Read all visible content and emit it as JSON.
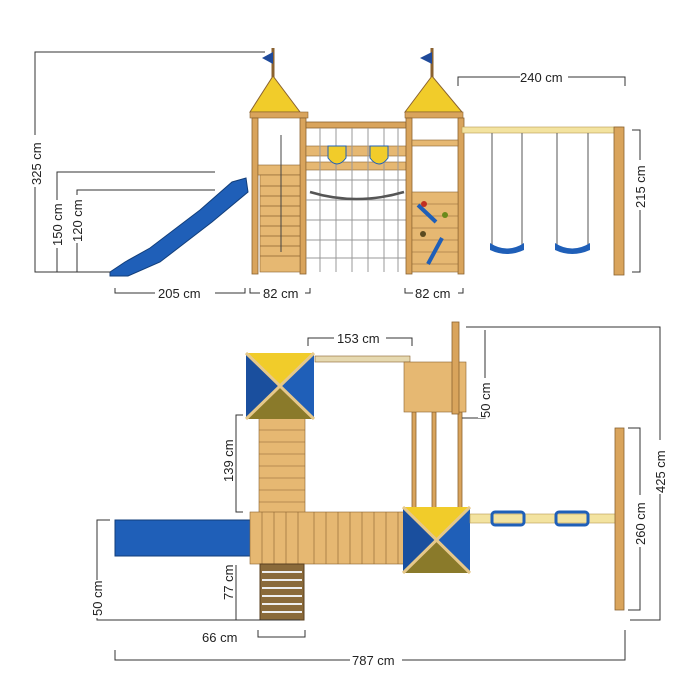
{
  "front_view": {
    "dimensions": {
      "total_height": "325 cm",
      "platform_height_high": "150 cm",
      "platform_height_low": "120 cm",
      "slide_length": "205 cm",
      "left_tower_width": "82 cm",
      "right_tower_width": "82 cm",
      "swing_beam_length": "240 cm",
      "swing_height": "215 cm"
    }
  },
  "top_view": {
    "dimensions": {
      "bridge_length": "153 cm",
      "platform_depth": "50 cm",
      "deck_length": "139 cm",
      "total_depth": "425 cm",
      "swing_frame_width": "260 cm",
      "slide_width": "50 cm",
      "stairs_length": "77 cm",
      "stairs_width": "66 cm",
      "total_width": "787 cm"
    }
  },
  "colors": {
    "wood": "#d9a45c",
    "roof_yellow": "#f1cc2a",
    "blue": "#1f5fb8",
    "olive": "#8a7a2a"
  }
}
